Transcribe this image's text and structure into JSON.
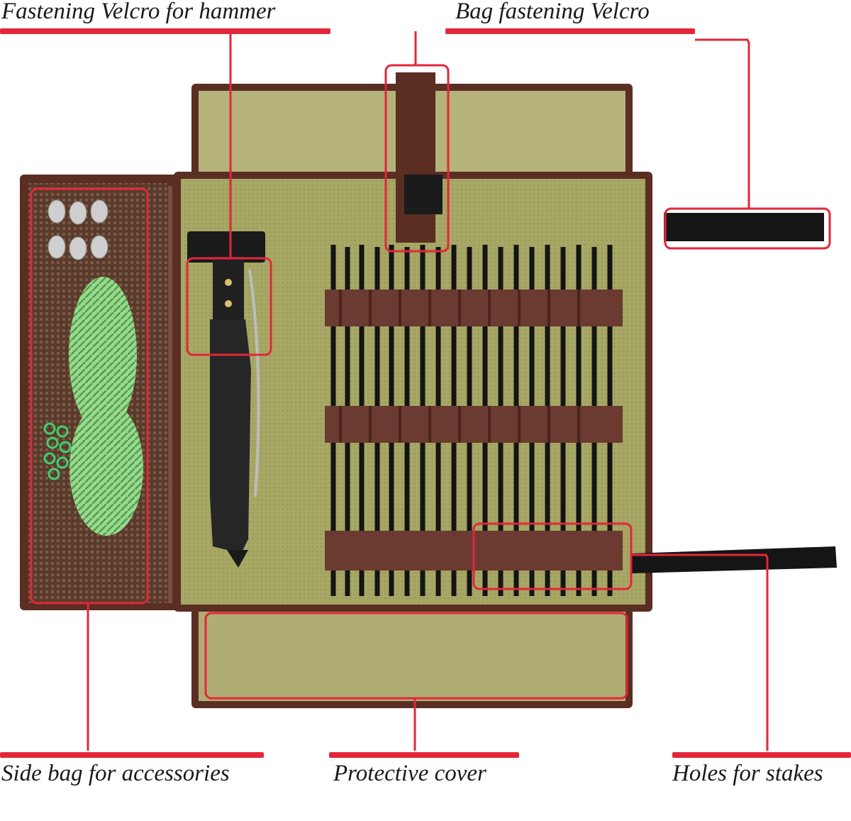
{
  "callouts": {
    "hammer_velcro": "Fastening Velcro for hammer",
    "bag_velcro": "Bag fastening Velcro",
    "side_bag": "Side bag for accessories",
    "protective_cover": "Protective cover",
    "stake_holes": "Holes for stakes"
  },
  "colors": {
    "callout_red": "#e4263a",
    "bag_olive": "#a9a86a",
    "trim_brown": "#5a2e22",
    "mesh_brown": "#4a2a20",
    "cord_green": "#8fd48a"
  },
  "icons": {
    "hammer": "hammer-icon",
    "stakes": "tent-stake-icon",
    "rope": "rope-coil-icon"
  }
}
